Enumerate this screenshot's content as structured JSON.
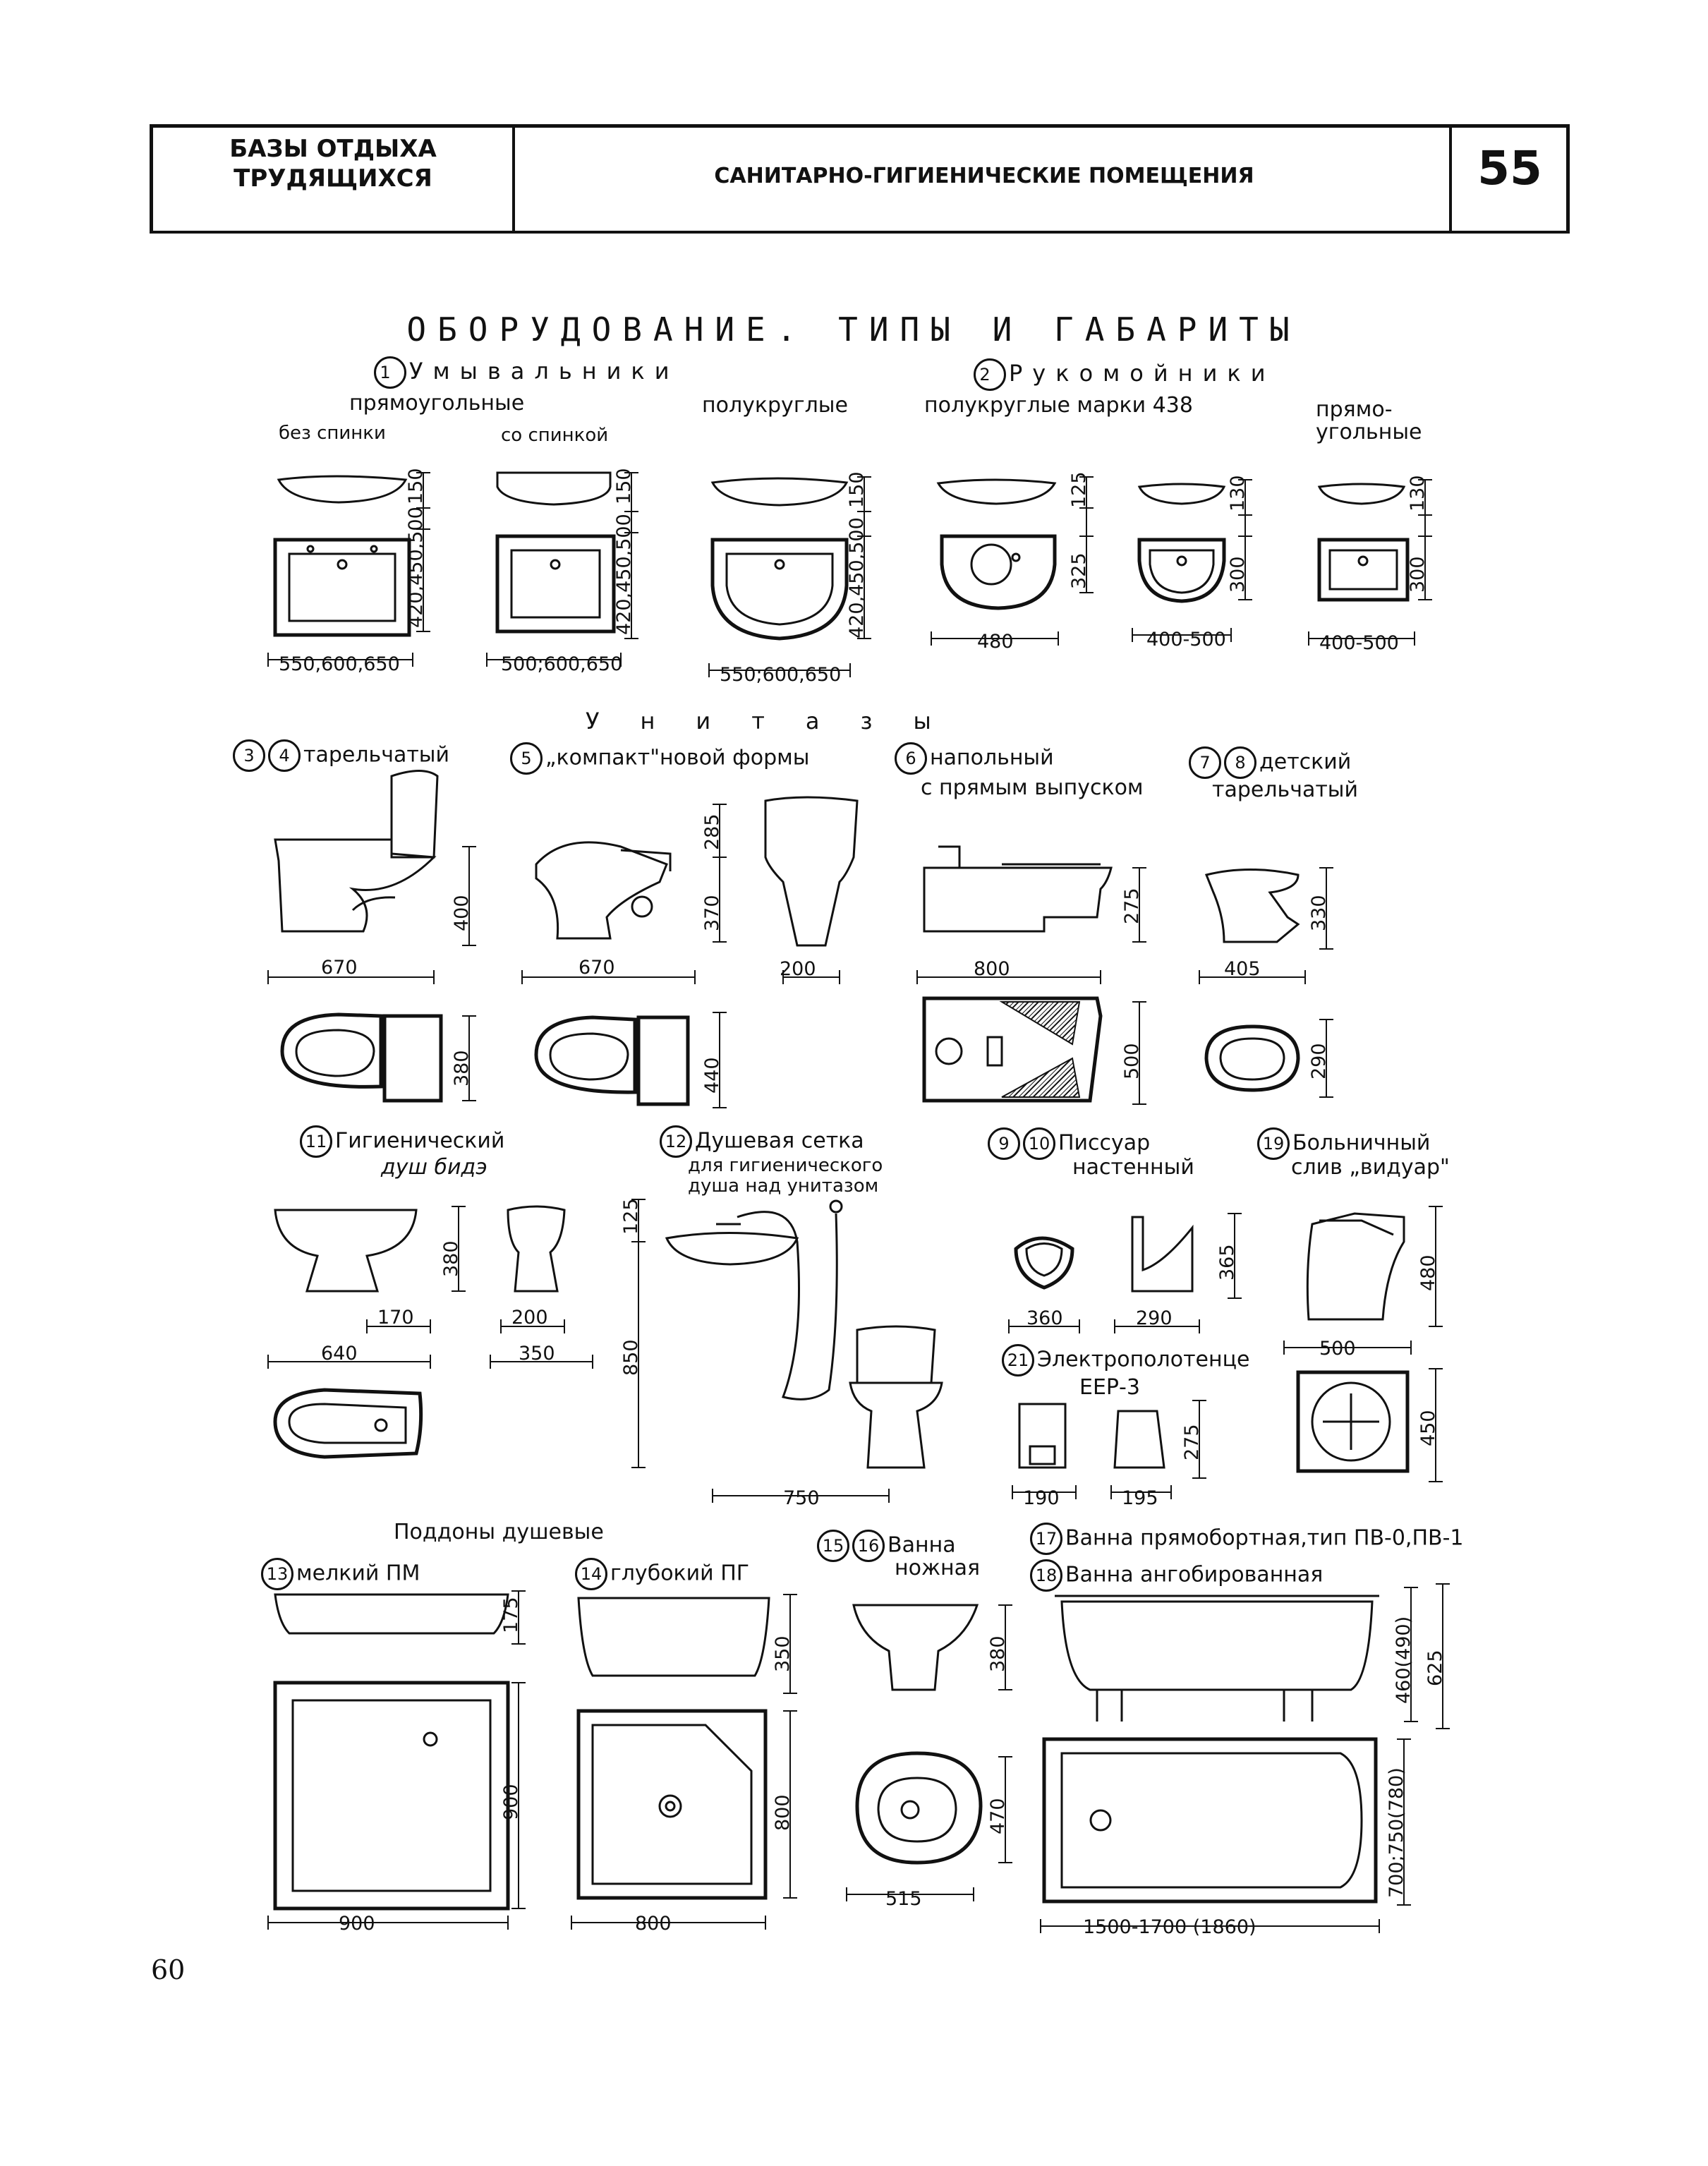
{
  "header": {
    "section_line1": "БАЗЫ ОТДЫХА",
    "section_line2": "ТРУДЯЩИХСЯ",
    "topic": "САНИТАРНО-ГИГИЕНИЧЕСКИЕ ПОМЕЩЕНИЯ",
    "sheet_number": "55"
  },
  "title": "ОБОРУДОВАНИЕ. ТИПЫ И ГАБАРИТЫ",
  "groups": {
    "washbasins": {
      "num": "1",
      "title": "Умывальники",
      "rect": "прямоугольные",
      "no_back": "без спинки",
      "with_back": "со спинкой",
      "semicircle": "полукруглые"
    },
    "handbasins": {
      "num": "2",
      "title": "Рукомойники",
      "semicircle": "полукруглые марки 438",
      "rect_line1": "прямо-",
      "rect_line2": "угольные"
    },
    "toilets": {
      "title": "Унитазы",
      "plate": {
        "num_a": "3",
        "num_b": "4",
        "label": "тарельчатый"
      },
      "compact": {
        "num": "5",
        "label": "„компакт\"новой формы"
      },
      "floor": {
        "num": "6",
        "line1": "напольный",
        "line2": "с прямым выпуском"
      },
      "kids": {
        "num_a": "7",
        "num_b": "8",
        "line1": "детский",
        "line2": "тарельчатый"
      }
    },
    "hygienic_shower": {
      "num": "11",
      "line1": "Гигиенический",
      "line2": "душ  бидэ"
    },
    "shower_grid": {
      "num": "12",
      "line1": "Душевая сетка",
      "line2": "для гигиенического",
      "line3": "душа над унитазом"
    },
    "urinal": {
      "num_a": "9",
      "num_b": "10",
      "line1": "Писсуар",
      "line2": "настенный"
    },
    "hospital_drain": {
      "num": "19",
      "line1": "Больничный",
      "line2": "слив „видуар\""
    },
    "towel": {
      "num": "21",
      "line1": "Электрополотенце",
      "line2": "ЕЕР-3"
    },
    "trays": {
      "title": "Поддоны душевые",
      "shallow_num": "13",
      "shallow": "мелкий ПМ",
      "deep_num": "14",
      "deep": "глубокий ПГ"
    },
    "foot_bath": {
      "num_a": "15",
      "num_b": "16",
      "line1": "Ванна",
      "line2": "ножная"
    },
    "bath_straight": {
      "num": "17",
      "label": "Ванна прямобортная,тип ПВ-0,ПВ-1"
    },
    "bath_enamel": {
      "num": "18",
      "label": "Ванна ангобированная"
    }
  },
  "dims": {
    "wb1_h": "150",
    "wb1_d": "420,450,500",
    "wb1_w": "550,600,650",
    "wb2_h": "150",
    "wb2_d": "420,450,500",
    "wb2_w": "500;600,650",
    "wb3_h": "150",
    "wb3_d": "420,450,500",
    "wb3_w": "550;600,650",
    "hb1_h": "125",
    "hb1_d": "325",
    "hb1_w": "480",
    "hb2_h": "130",
    "hb2_d": "300",
    "hb2_w": "400-500",
    "hb3_h": "130",
    "hb3_d": "300",
    "hb3_w": "400-500",
    "t1_h": "400",
    "t1_w": "670",
    "t1_d": "380",
    "t2_tank": "285",
    "t2_h": "370",
    "t2_w": "670",
    "t2_front": "200",
    "t2_d": "440",
    "t3_h": "275",
    "t3_w": "800",
    "t3_d": "500",
    "t4_h": "330",
    "t4_w": "405",
    "t4_d": "290",
    "bidet_h": "380",
    "bidet_w": "640",
    "bidet_a": "170",
    "bidet_b": "200",
    "bidet_c": "350",
    "grid_a": "125",
    "grid_h": "850",
    "grid_w": "750",
    "urinal_h": "365",
    "urinal_w": "360",
    "urinal_d": "290",
    "drain_h": "480",
    "drain_w": "500",
    "drain_d": "450",
    "towel_h": "275",
    "towel_w": "190",
    "towel_d": "195",
    "tray1_h": "175",
    "tray1_w": "900",
    "tray1_d": "900",
    "tray2_h": "350",
    "tray2_w": "800",
    "tray2_d": "800",
    "foot_h": "380",
    "foot_d": "470",
    "foot_w": "515",
    "bath_h1": "460(490)",
    "bath_h2": "625",
    "bath_d": "700;750(780)",
    "bath_w": "1500-1700 (1860)"
  },
  "page_number": "60"
}
